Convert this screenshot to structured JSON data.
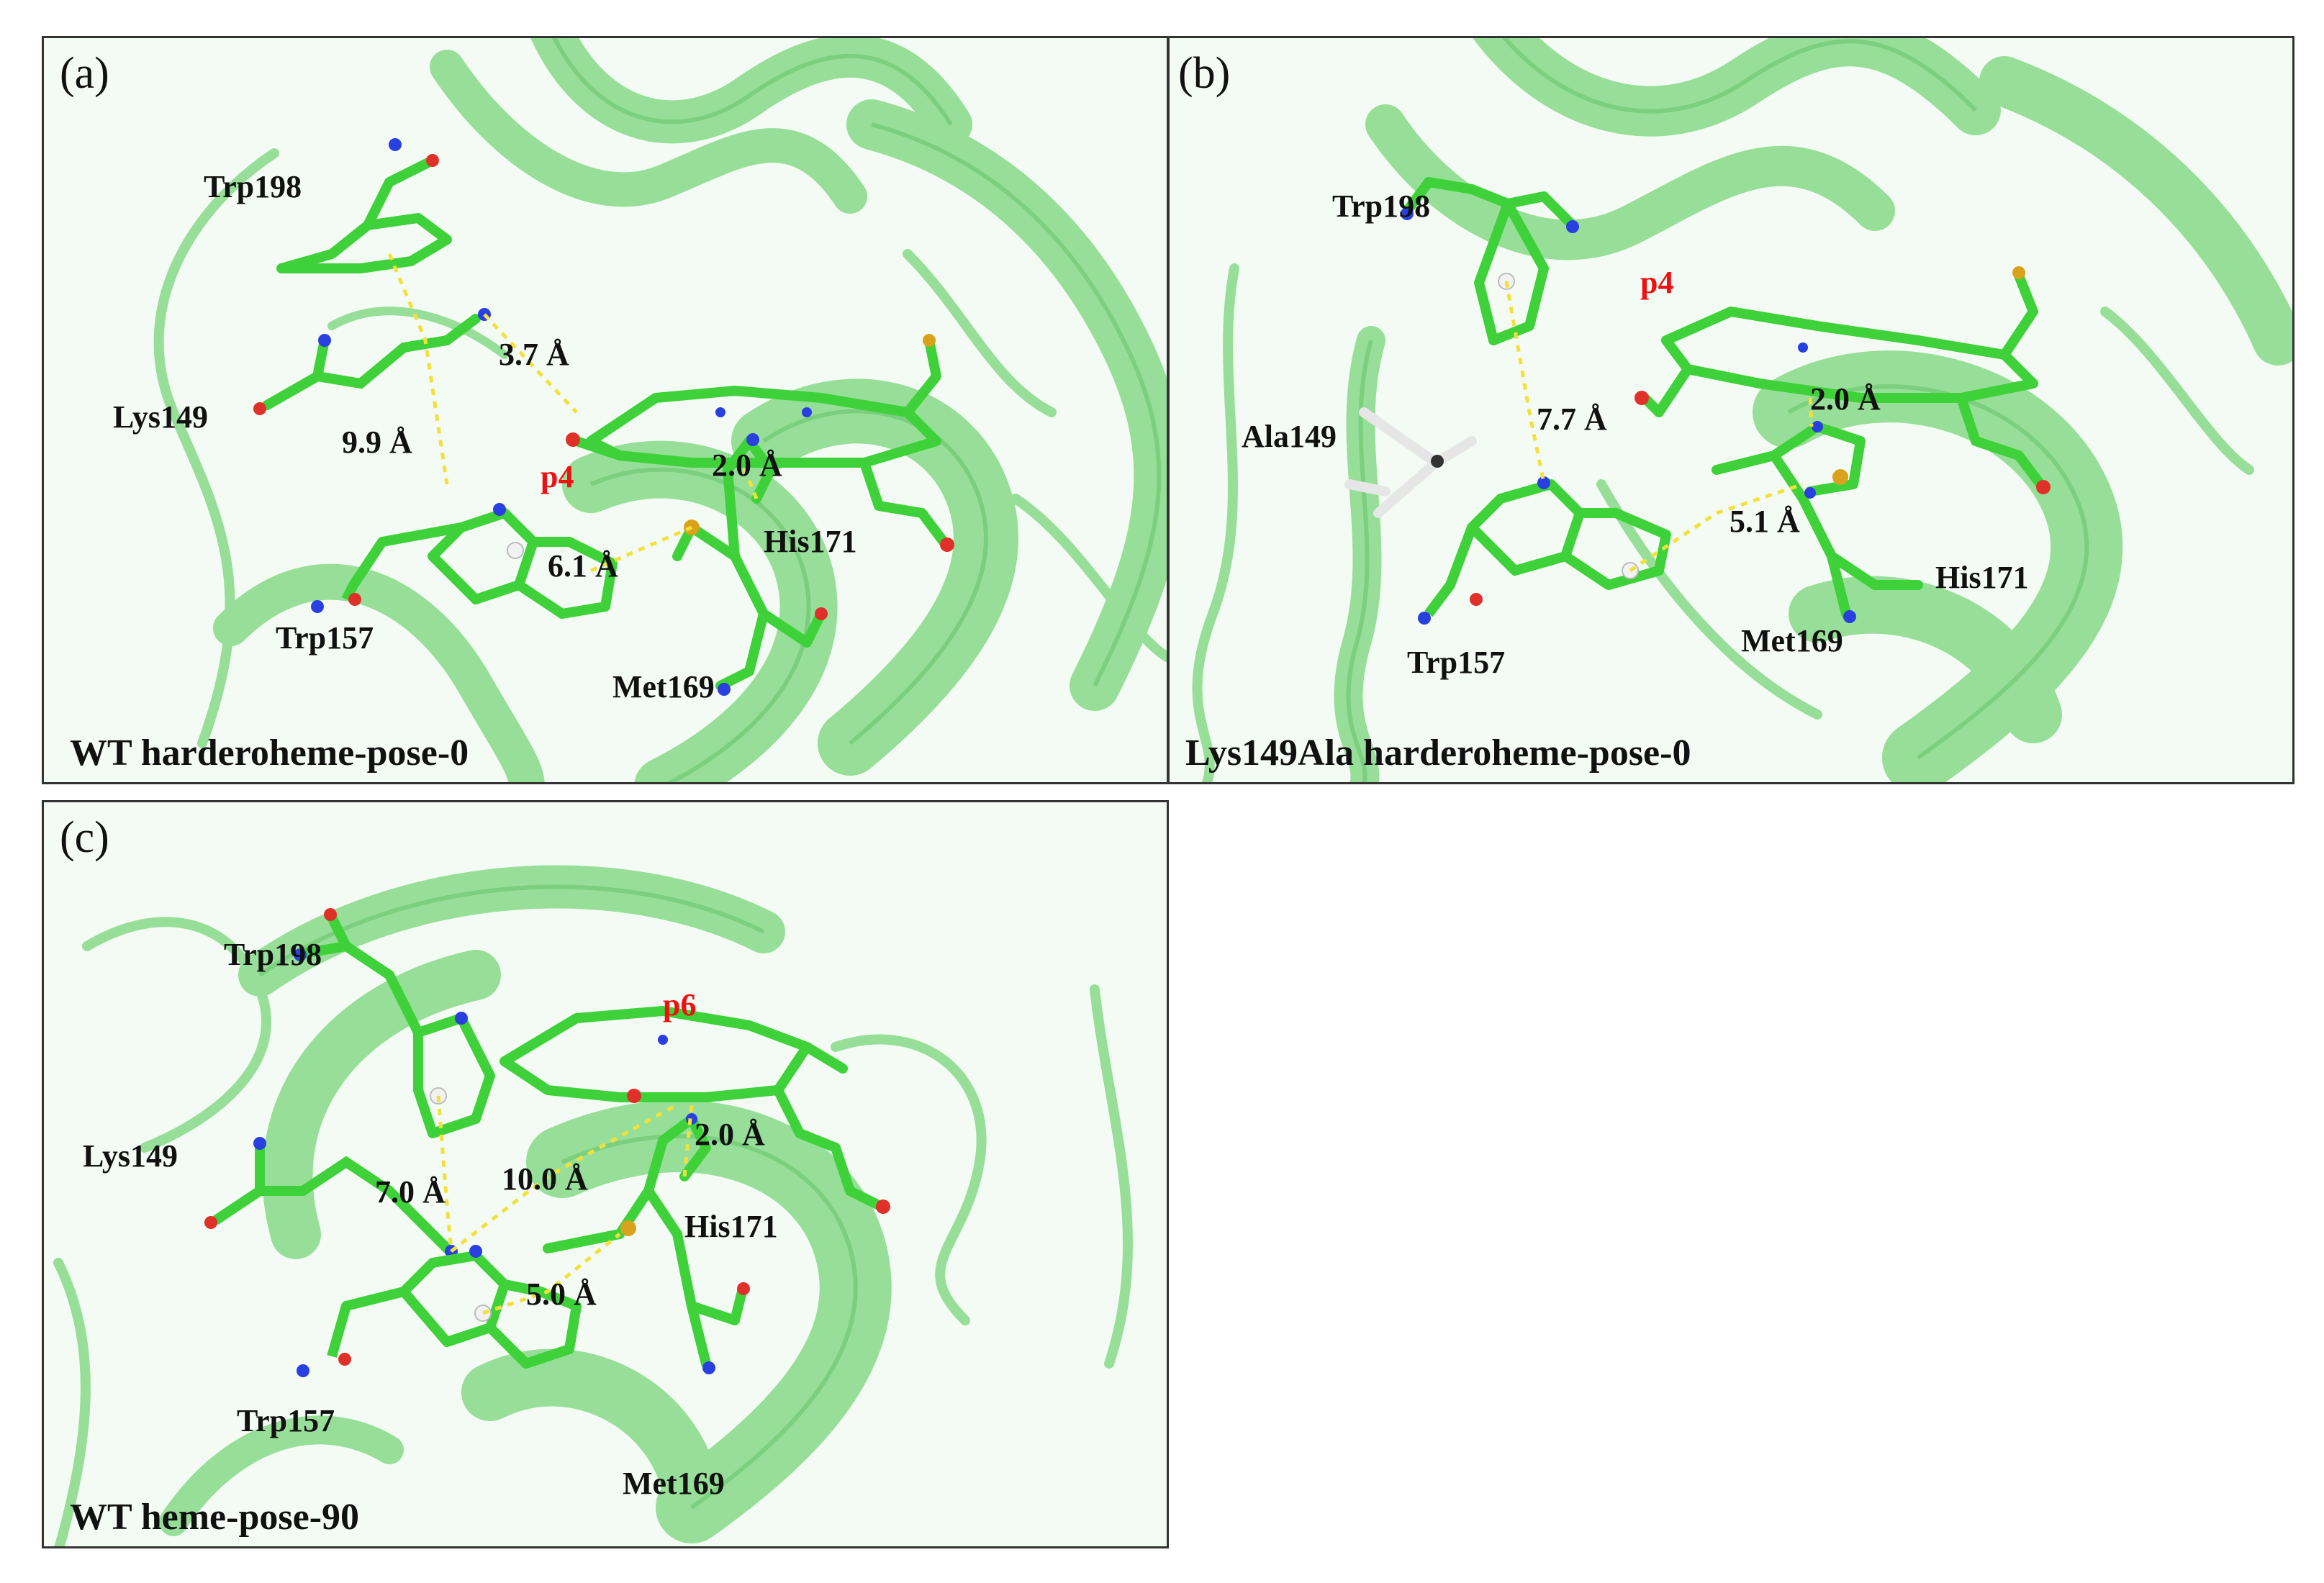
{
  "colors": {
    "ribbon": "#8ddc8f",
    "ribbon_dark": "#5fbf63",
    "carbon": "#3fd13a",
    "nitrogen": "#2a3fe0",
    "oxygen": "#e0302a",
    "sulfur": "#d8a21c",
    "hydrogen": "#f2f2f2",
    "distance_line": "#f2e13a",
    "highlight_text": "#ee1111",
    "ala_residue": "#e6e6e6"
  },
  "panels": [
    {
      "id": "a",
      "letter": "(a)",
      "caption": "WT harderoheme-pose-0",
      "residues": {
        "trp198": "Trp198",
        "lys149": "Lys149",
        "trp157": "Trp157",
        "met169": "Met169",
        "his171": "His171"
      },
      "distances": {
        "d1": "3.7 Å",
        "d2": "9.9 Å",
        "d3": "2.0 Å",
        "d4": "6.1 Å"
      },
      "pocket": "p4"
    },
    {
      "id": "b",
      "letter": "(b)",
      "caption": "Lys149Ala harderoheme-pose-0",
      "residues": {
        "trp198": "Trp198",
        "ala149": "Ala149",
        "trp157": "Trp157",
        "met169": "Met169",
        "his171": "His171"
      },
      "distances": {
        "d1": "7.7 Å",
        "d2": "2.0 Å",
        "d3": "5.1 Å"
      },
      "pocket": "p4"
    },
    {
      "id": "c",
      "letter": "(c)",
      "caption": "WT heme-pose-90",
      "residues": {
        "trp198": "Trp198",
        "lys149": "Lys149",
        "trp157": "Trp157",
        "met169": "Met169",
        "his171": "His171"
      },
      "distances": {
        "d1": "7.0 Å",
        "d2": "10.0 Å",
        "d3": "2.0 Å",
        "d4": "5.0 Å"
      },
      "pocket": "p6"
    }
  ]
}
